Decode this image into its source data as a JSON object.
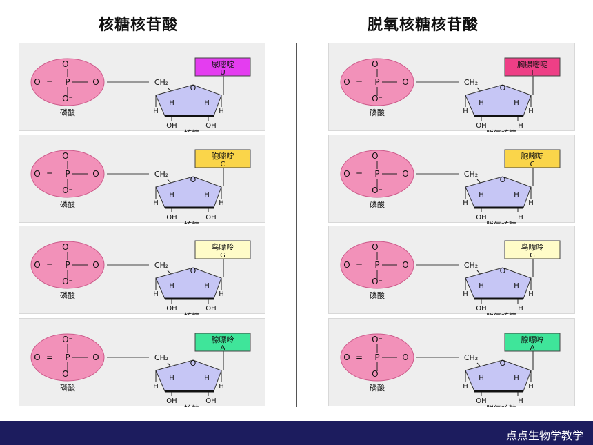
{
  "columns": [
    {
      "title": "核糖核苷酸",
      "sugar_label": "核糖",
      "sugar_bottom": [
        "OH",
        "OH"
      ],
      "rows": [
        {
          "base_name": "尿嘧啶",
          "base_letter": "U",
          "base_color": "#e43df0"
        },
        {
          "base_name": "胞嘧啶",
          "base_letter": "C",
          "base_color": "#fad54a"
        },
        {
          "base_name": "鸟嘌呤",
          "base_letter": "G",
          "base_color": "#fffcc8"
        },
        {
          "base_name": "腺嘌呤",
          "base_letter": "A",
          "base_color": "#3fe59a"
        }
      ]
    },
    {
      "title": "脱氧核糖核苷酸",
      "sugar_label": "脱氧核糖",
      "sugar_bottom": [
        "OH",
        "H"
      ],
      "rows": [
        {
          "base_name": "胸腺嘧啶",
          "base_letter": "T",
          "base_color": "#ee3f86"
        },
        {
          "base_name": "胞嘧啶",
          "base_letter": "C",
          "base_color": "#fad54a"
        },
        {
          "base_name": "鸟嘌呤",
          "base_letter": "G",
          "base_color": "#fffcc8"
        },
        {
          "base_name": "腺嘌呤",
          "base_letter": "A",
          "base_color": "#3fe59a"
        }
      ]
    }
  ],
  "phosphate": {
    "label": "磷酸",
    "o_minus": "O⁻",
    "o": "O",
    "p": "P",
    "eq": "=",
    "color": "#f291b9"
  },
  "ch2_label": "CH₂",
  "h_label": "H",
  "sugar_color": "#c6c6f5",
  "footer": "点点生物学教学"
}
